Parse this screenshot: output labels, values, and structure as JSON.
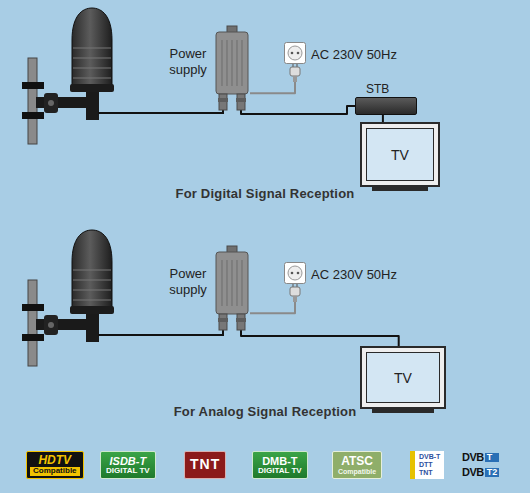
{
  "diagram": {
    "nodes": [
      {
        "text": [
          "Power supply"
        ]
      },
      {
        "text": [
          "AC 230V 50Hz"
        ]
      },
      {
        "text": [
          "STB"
        ]
      },
      {
        "text": [
          "TV"
        ]
      },
      {
        "text": [
          "Power supply"
        ]
      },
      {
        "text": [
          "AC 230V 50Hz"
        ]
      },
      {
        "text": [
          "TV"
        ]
      },
      {
        "text": [
          "HDTV",
          "Compatible"
        ]
      },
      {
        "text": [
          "ISDB-T",
          "DIGITAL TV"
        ]
      },
      {
        "text": [
          "TNT"
        ]
      },
      {
        "text": [
          "DMB-T",
          "DIGITAL TV"
        ]
      },
      {
        "text": [
          "ATSC",
          "Compatible"
        ]
      },
      {
        "text": [
          "DVB-T",
          "DTT",
          "TNT"
        ]
      },
      {
        "text": [
          "DVB",
          "T",
          "DVB",
          "T2"
        ]
      }
    ],
    "edges": [
      {
        "from": 0,
        "to": 1,
        "arrow": "none"
      },
      {
        "from": 0,
        "to": 2,
        "arrow": "none"
      },
      {
        "from": 2,
        "to": 3,
        "arrow": "none"
      },
      {
        "from": 4,
        "to": 5,
        "arrow": "none"
      },
      {
        "from": 4,
        "to": 6,
        "arrow": "none"
      }
    ],
    "labels": [
      "For Digital Signal Reception",
      "For Analog Signal Reception"
    ]
  }
}
